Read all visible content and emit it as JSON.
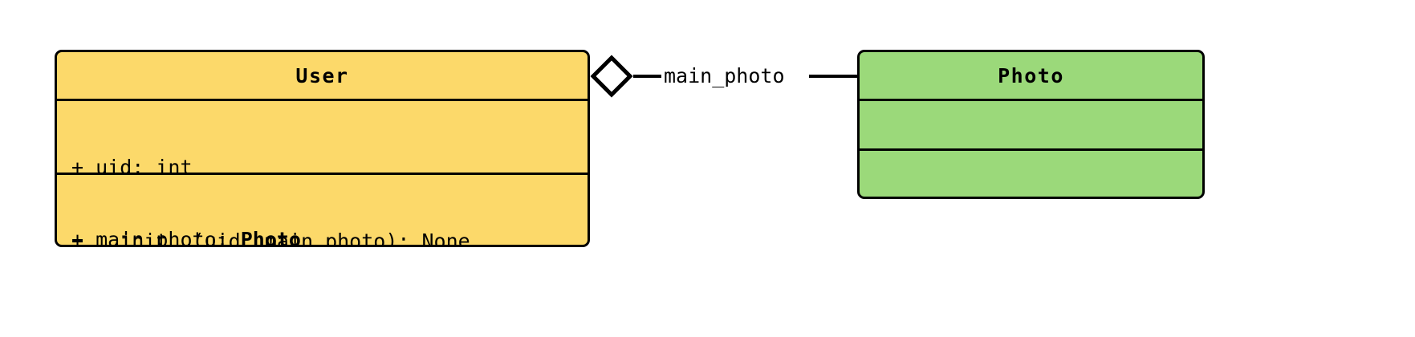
{
  "diagram": {
    "type": "uml-class-diagram",
    "background_color": "#ffffff",
    "classes": [
      {
        "id": "user",
        "name": "User",
        "fill_color": "#FCD96A",
        "border_color": "#000000",
        "attributes": [
          {
            "text": "+ uid: int",
            "prefix": "+ uid: ",
            "type_name": "int",
            "type_bold": false
          },
          {
            "text": "+ main_photo: Photo",
            "prefix": "+ main_photo: ",
            "type_name": "Photo",
            "type_bold": true
          }
        ],
        "methods": [
          {
            "text": "+ __init__(uid, main_photo): None"
          }
        ]
      },
      {
        "id": "photo",
        "name": "Photo",
        "fill_color": "#9BD97A",
        "border_color": "#000000",
        "attributes": [],
        "methods": []
      }
    ],
    "relationship": {
      "kind": "aggregation",
      "label": "main_photo",
      "source": "User",
      "target": "Photo",
      "marker": "hollow-diamond",
      "marker_fill": "#ffffff",
      "marker_stroke": "#000000"
    }
  }
}
